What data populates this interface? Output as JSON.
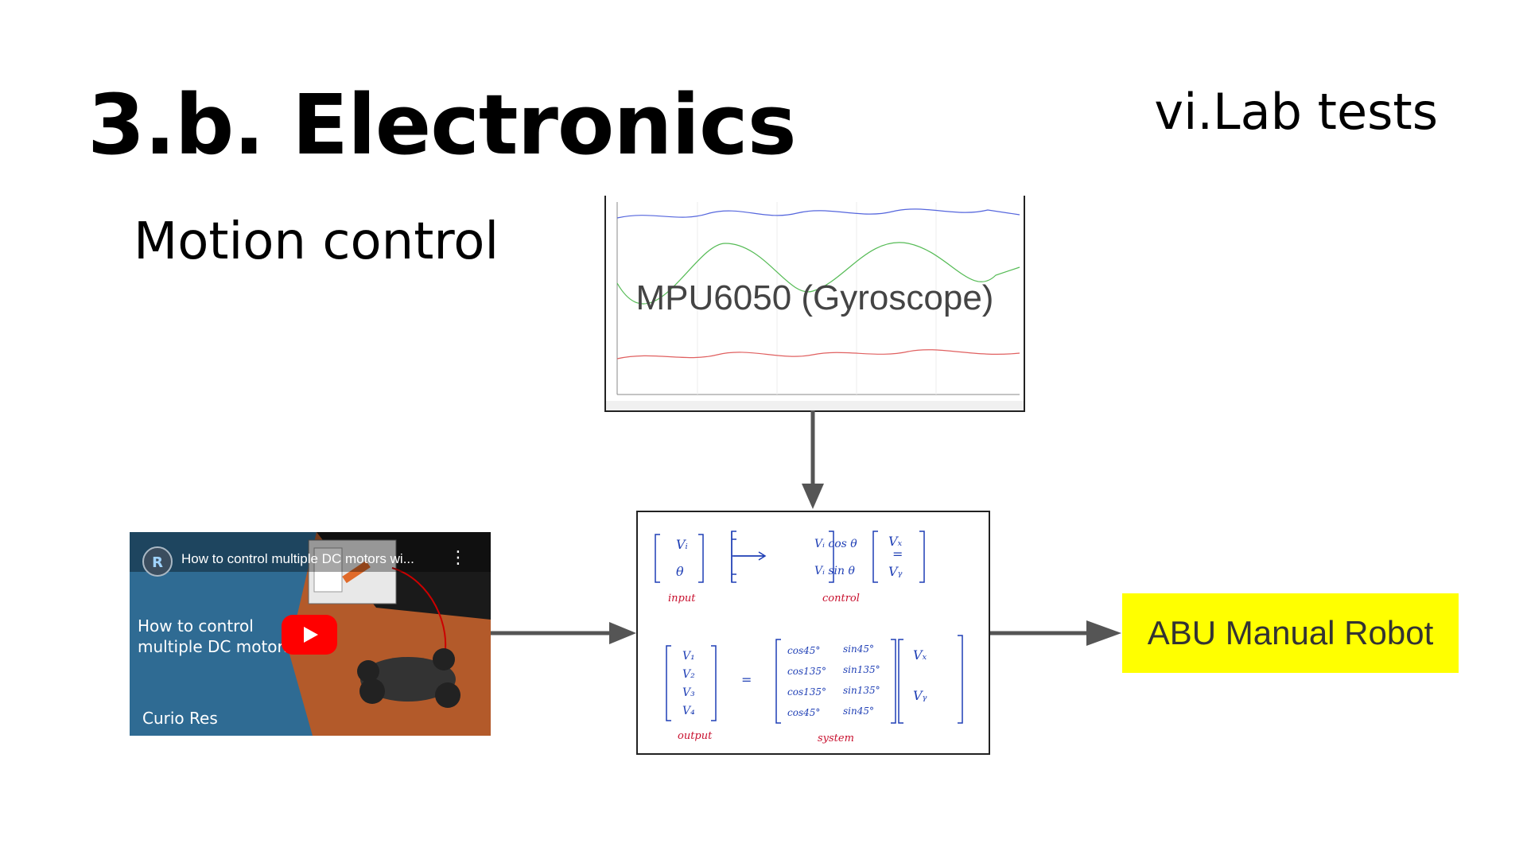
{
  "slide": {
    "title": "3.b. Electronics",
    "tag": "vi.Lab tests",
    "subtitle": "Motion control"
  },
  "gyro_panel": {
    "label": "MPU6050 (Gyroscope)"
  },
  "video": {
    "title": "How to control multiple DC motors wi...",
    "overlay_text_line1": "How to control",
    "overlay_text_line2": "multiple DC motors",
    "channel": "Curio Res",
    "channel_initial": "R"
  },
  "matrix_box": {
    "input_v": "Vᵢ",
    "input_theta": "θ",
    "input_label": "input",
    "control_row1": "Vᵢ cos θ",
    "control_row2": "Vᵢ sin θ",
    "control_label": "control",
    "vx": "Vₓ",
    "vy": "Vᵧ",
    "output_rows": [
      "V₁",
      "V₂",
      "V₃",
      "V₄"
    ],
    "output_label": "output",
    "system_rows": [
      [
        "cos45°",
        "sin45°"
      ],
      [
        "cos135°",
        "sin135°"
      ],
      [
        "cos135°",
        "sin135°"
      ],
      [
        "cos45°",
        "sin45°"
      ]
    ],
    "system_label": "system"
  },
  "abu": {
    "label": "ABU Manual Robot"
  },
  "colors": {
    "accent_yellow": "#ffff00",
    "arrow_gray": "#555555",
    "youtube_red": "#ff0000",
    "ink_blue": "#1f3fb5",
    "ink_red": "#c8102e"
  }
}
